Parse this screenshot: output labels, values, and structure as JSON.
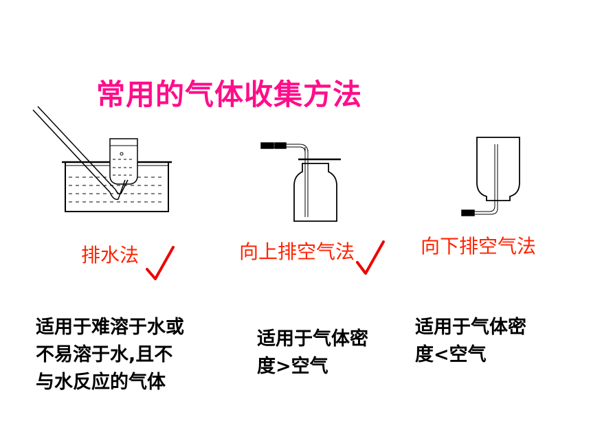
{
  "title": "常用的气体收集方法",
  "methods": [
    {
      "name": "排水法",
      "checked": true
    },
    {
      "name": "向上排空气法",
      "checked": true
    },
    {
      "name": "向下排空气法",
      "checked": false
    }
  ],
  "descriptions": [
    [
      "适用于难溶于水或",
      "不易溶于水,且不",
      "与水反应的气体"
    ],
    [
      "适用于气体密",
      "度>空气"
    ],
    [
      "适用于气体密",
      "度<空气"
    ]
  ],
  "colors": {
    "title": "#ff0d8a",
    "method": "#ff2200",
    "check": "#ee0000"
  }
}
